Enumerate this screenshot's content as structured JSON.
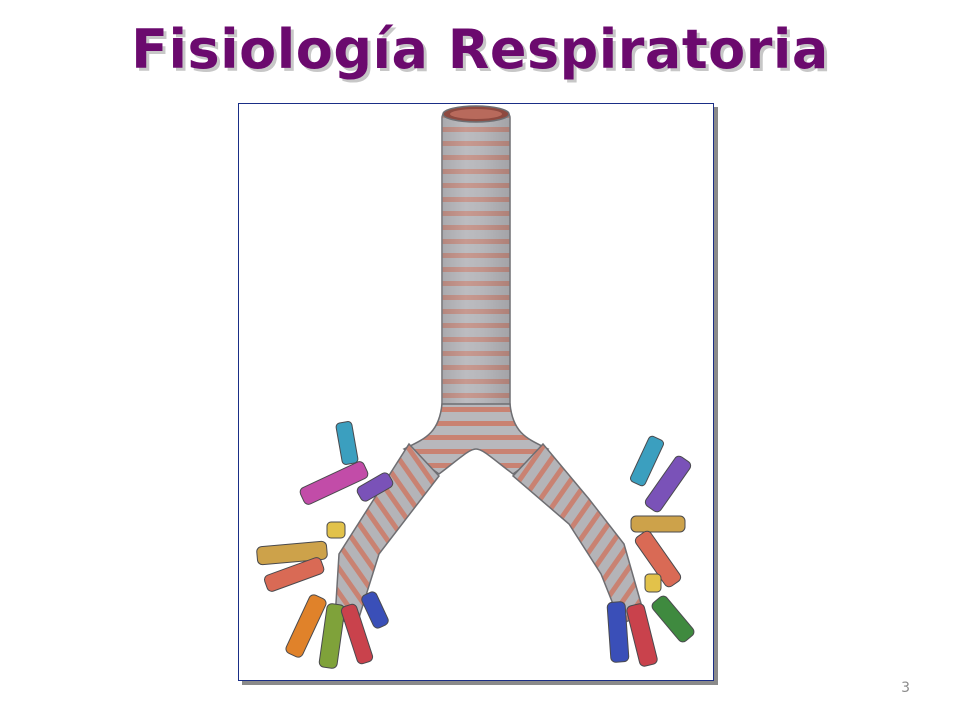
{
  "slide": {
    "title": "Fisiología Respiratoria",
    "page_number": "3"
  },
  "colors": {
    "title": "#6b0a6e",
    "frame_border": "#1a2e86",
    "cartilage": "#a9a9ad",
    "muscle": "#c98272",
    "segments": [
      "#3b9fbf",
      "#c24ca8",
      "#7a52b8",
      "#e2c24a",
      "#cda24a",
      "#d96a55",
      "#e0822a",
      "#7fa23a",
      "#3a4fb8",
      "#c9424c",
      "#3f8a3f"
    ]
  },
  "figure": {
    "subject": "trachea-and-bronchial-tree-illustration"
  }
}
